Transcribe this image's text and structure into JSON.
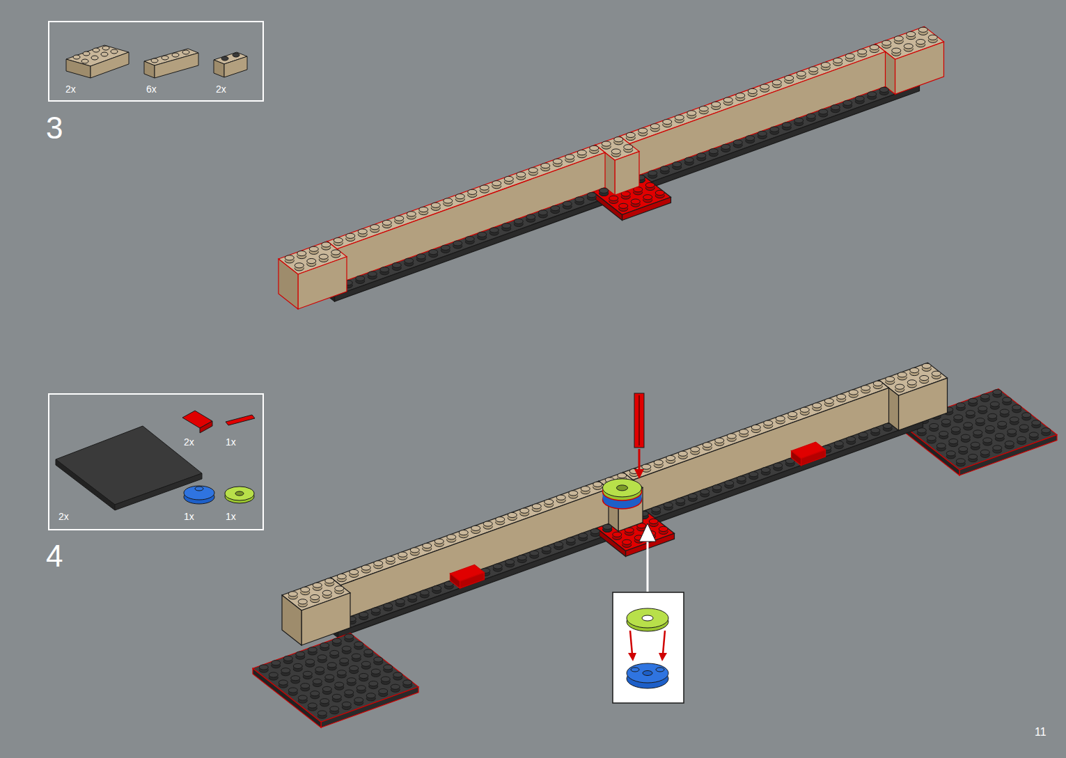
{
  "diagram": {
    "nodes": [
      {
        "text": [
          "2x",
          "6x",
          "2x"
        ]
      },
      {
        "text": [
          "2x",
          "1x",
          "2x",
          "1x",
          "1x"
        ]
      }
    ],
    "labels": [
      "3",
      "4",
      "11"
    ]
  }
}
